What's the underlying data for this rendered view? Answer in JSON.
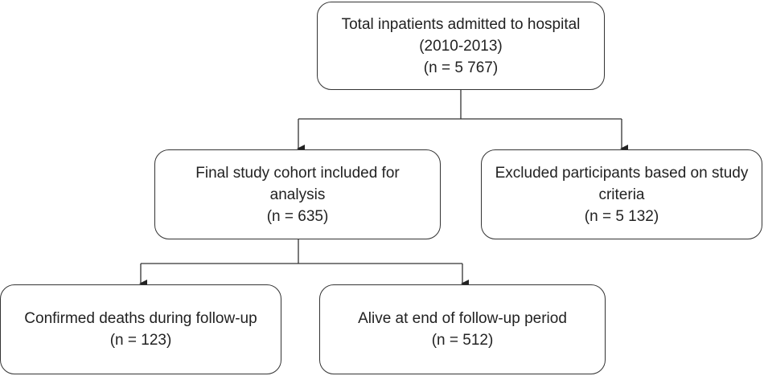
{
  "diagram": {
    "total": {
      "lines": [
        "Total inpatients admitted to hospital",
        "(2010-2013)",
        "(n = 5 767)"
      ]
    },
    "final": {
      "lines": [
        "Final study cohort included for",
        "analysis",
        "(n = 635)"
      ]
    },
    "excluded": {
      "lines": [
        "Excluded participants based on study",
        "criteria",
        "(n  = 5 132)"
      ]
    },
    "deaths": {
      "lines": [
        "Confirmed deaths during follow-up",
        "(n = 123)"
      ]
    },
    "alive": {
      "lines": [
        "Alive at end of follow-up period",
        "(n = 512)"
      ]
    }
  }
}
